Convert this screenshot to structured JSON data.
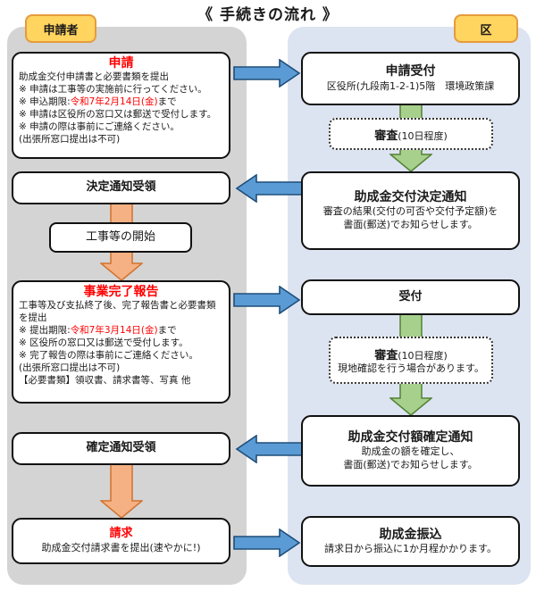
{
  "page_title": "《 手続きの流れ 》",
  "colors": {
    "left_panel_bg": "#d4d4d4",
    "right_panel_bg": "#dce3f1",
    "tab_bg": "#ffd45f",
    "tab_border": "#e59b3c",
    "blue_arrow_fill": "#5b9bd5",
    "blue_arrow_stroke": "#1f4e79",
    "green_arrow_fill": "#a8d08d",
    "green_arrow_stroke": "#538135",
    "orange_arrow_fill": "#f5b183",
    "orange_arrow_stroke": "#d1722f",
    "highlight_red": "#ff0000"
  },
  "applicant": {
    "tab": "申請者",
    "application": {
      "title": "申請",
      "line1": "助成金交付申請書と必要書類を提出",
      "note1": "※ 申請は工事等の実施前に行ってください。",
      "note2_prefix": "※ 申込期限:",
      "note2_deadline": "令和7年2月14日(金)",
      "note2_suffix": "まで",
      "note3": "※ 申請は区役所の窓口又は郵送で受付します。",
      "note4": "※ 申請の際は事前にご連絡ください。",
      "note5": "(出張所窓口提出は不可)"
    },
    "decision_receipt": {
      "title": "決定通知受領"
    },
    "work_start": {
      "title": "工事等の開始"
    },
    "completion_report": {
      "title": "事業完了報告",
      "line1": "工事等及び支払終了後、完了報告書と必要書類を提出",
      "note1_prefix": "※ 提出期限:",
      "note1_deadline": "令和7年3月14日(金)",
      "note1_suffix": "まで",
      "note2": "※ 区役所の窓口又は郵送で受付します。",
      "note3": "※ 完了報告の際は事前にご連絡ください。",
      "note4": "(出張所窓口提出は不可)",
      "note5": "【必要書類】領収書、請求書等、写真 他"
    },
    "final_receipt": {
      "title": "確定通知受領"
    },
    "billing": {
      "title": "請求",
      "line1": "助成金交付請求書を提出(速やかに!)"
    }
  },
  "ward": {
    "tab": "区",
    "reception": {
      "title": "申請受付",
      "line1": "区役所(九段南1-2-1)5階　環境政策課"
    },
    "review1": {
      "title": "審査",
      "duration": "(10日程度)"
    },
    "decision_notice": {
      "title": "助成金交付決定通知",
      "line1": "審査の結果(交付の可否や交付予定額)を",
      "line2": "書面(郵送)でお知らせします。"
    },
    "report_reception": {
      "title": "受付"
    },
    "review2": {
      "title": "審査",
      "duration": "(10日程度)",
      "line1": "現地確認を行う場合があります。"
    },
    "amount_notice": {
      "title": "助成金交付額確定通知",
      "line1": "助成金の額を確定し、",
      "line2": "書面(郵送)でお知らせします。"
    },
    "transfer": {
      "title": "助成金振込",
      "line1": "請求日から振込に1か月程かかります。"
    }
  }
}
